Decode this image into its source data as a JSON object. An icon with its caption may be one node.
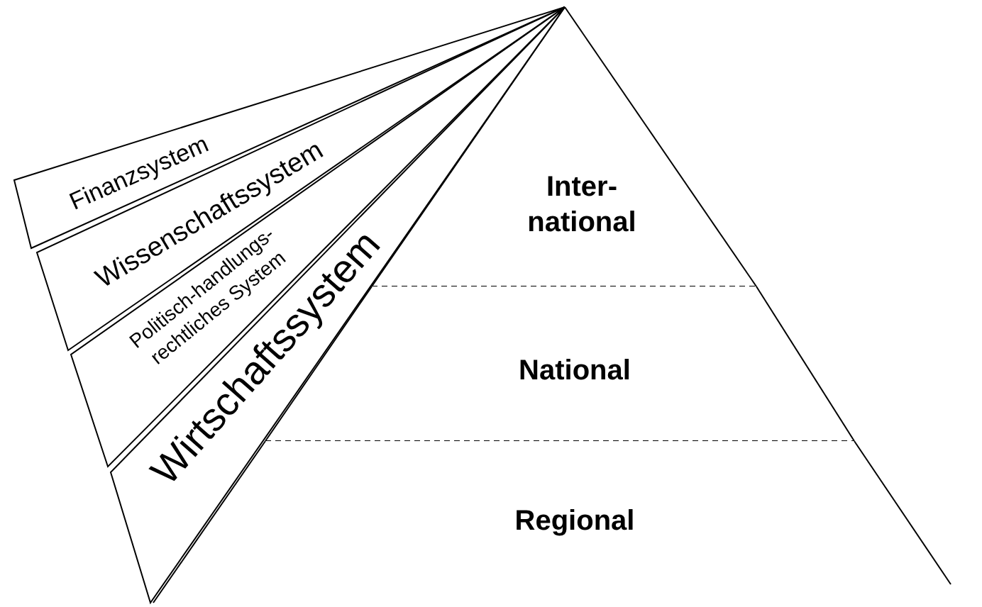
{
  "diagram": {
    "nodes": [
      {
        "text": [
          "Finanzsystem"
        ]
      },
      {
        "text": [
          "Wissenschaftssystem"
        ]
      },
      {
        "text": [
          "Politisch-handlungs- rechtliches System"
        ]
      },
      {
        "text": [
          "Wirtschaftssystem"
        ]
      },
      {
        "text": [
          "Inter- national"
        ]
      },
      {
        "text": [
          "National"
        ]
      },
      {
        "text": [
          "Regional"
        ]
      }
    ]
  }
}
